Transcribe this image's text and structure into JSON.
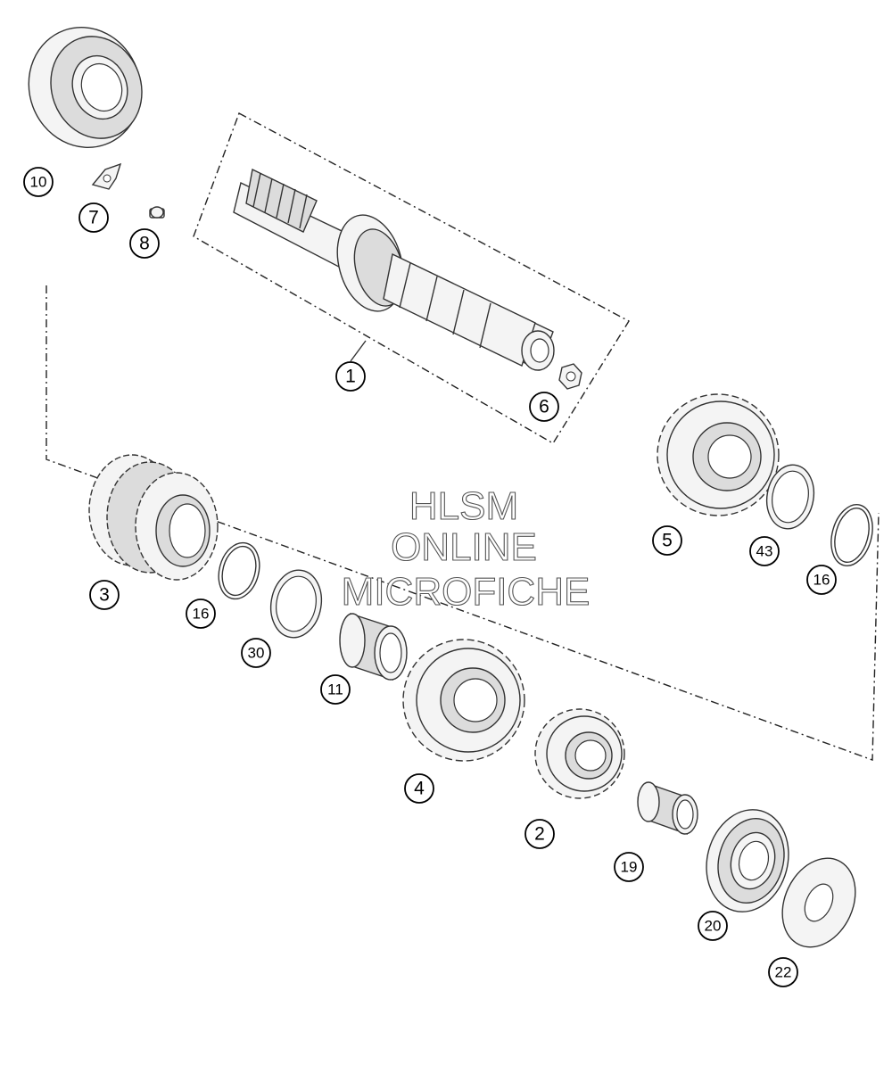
{
  "watermark": {
    "line1": "HLSM",
    "line2": "ONLINE",
    "line3": "MICROFICHE"
  },
  "callouts": {
    "c1": "1",
    "c2": "2",
    "c3": "3",
    "c4": "4",
    "c5": "5",
    "c6": "6",
    "c7": "7",
    "c8": "8",
    "c10": "10",
    "c11": "11",
    "c16a": "16",
    "c16b": "16",
    "c19": "19",
    "c20": "20",
    "c22": "22",
    "c30": "30",
    "c43": "43"
  }
}
